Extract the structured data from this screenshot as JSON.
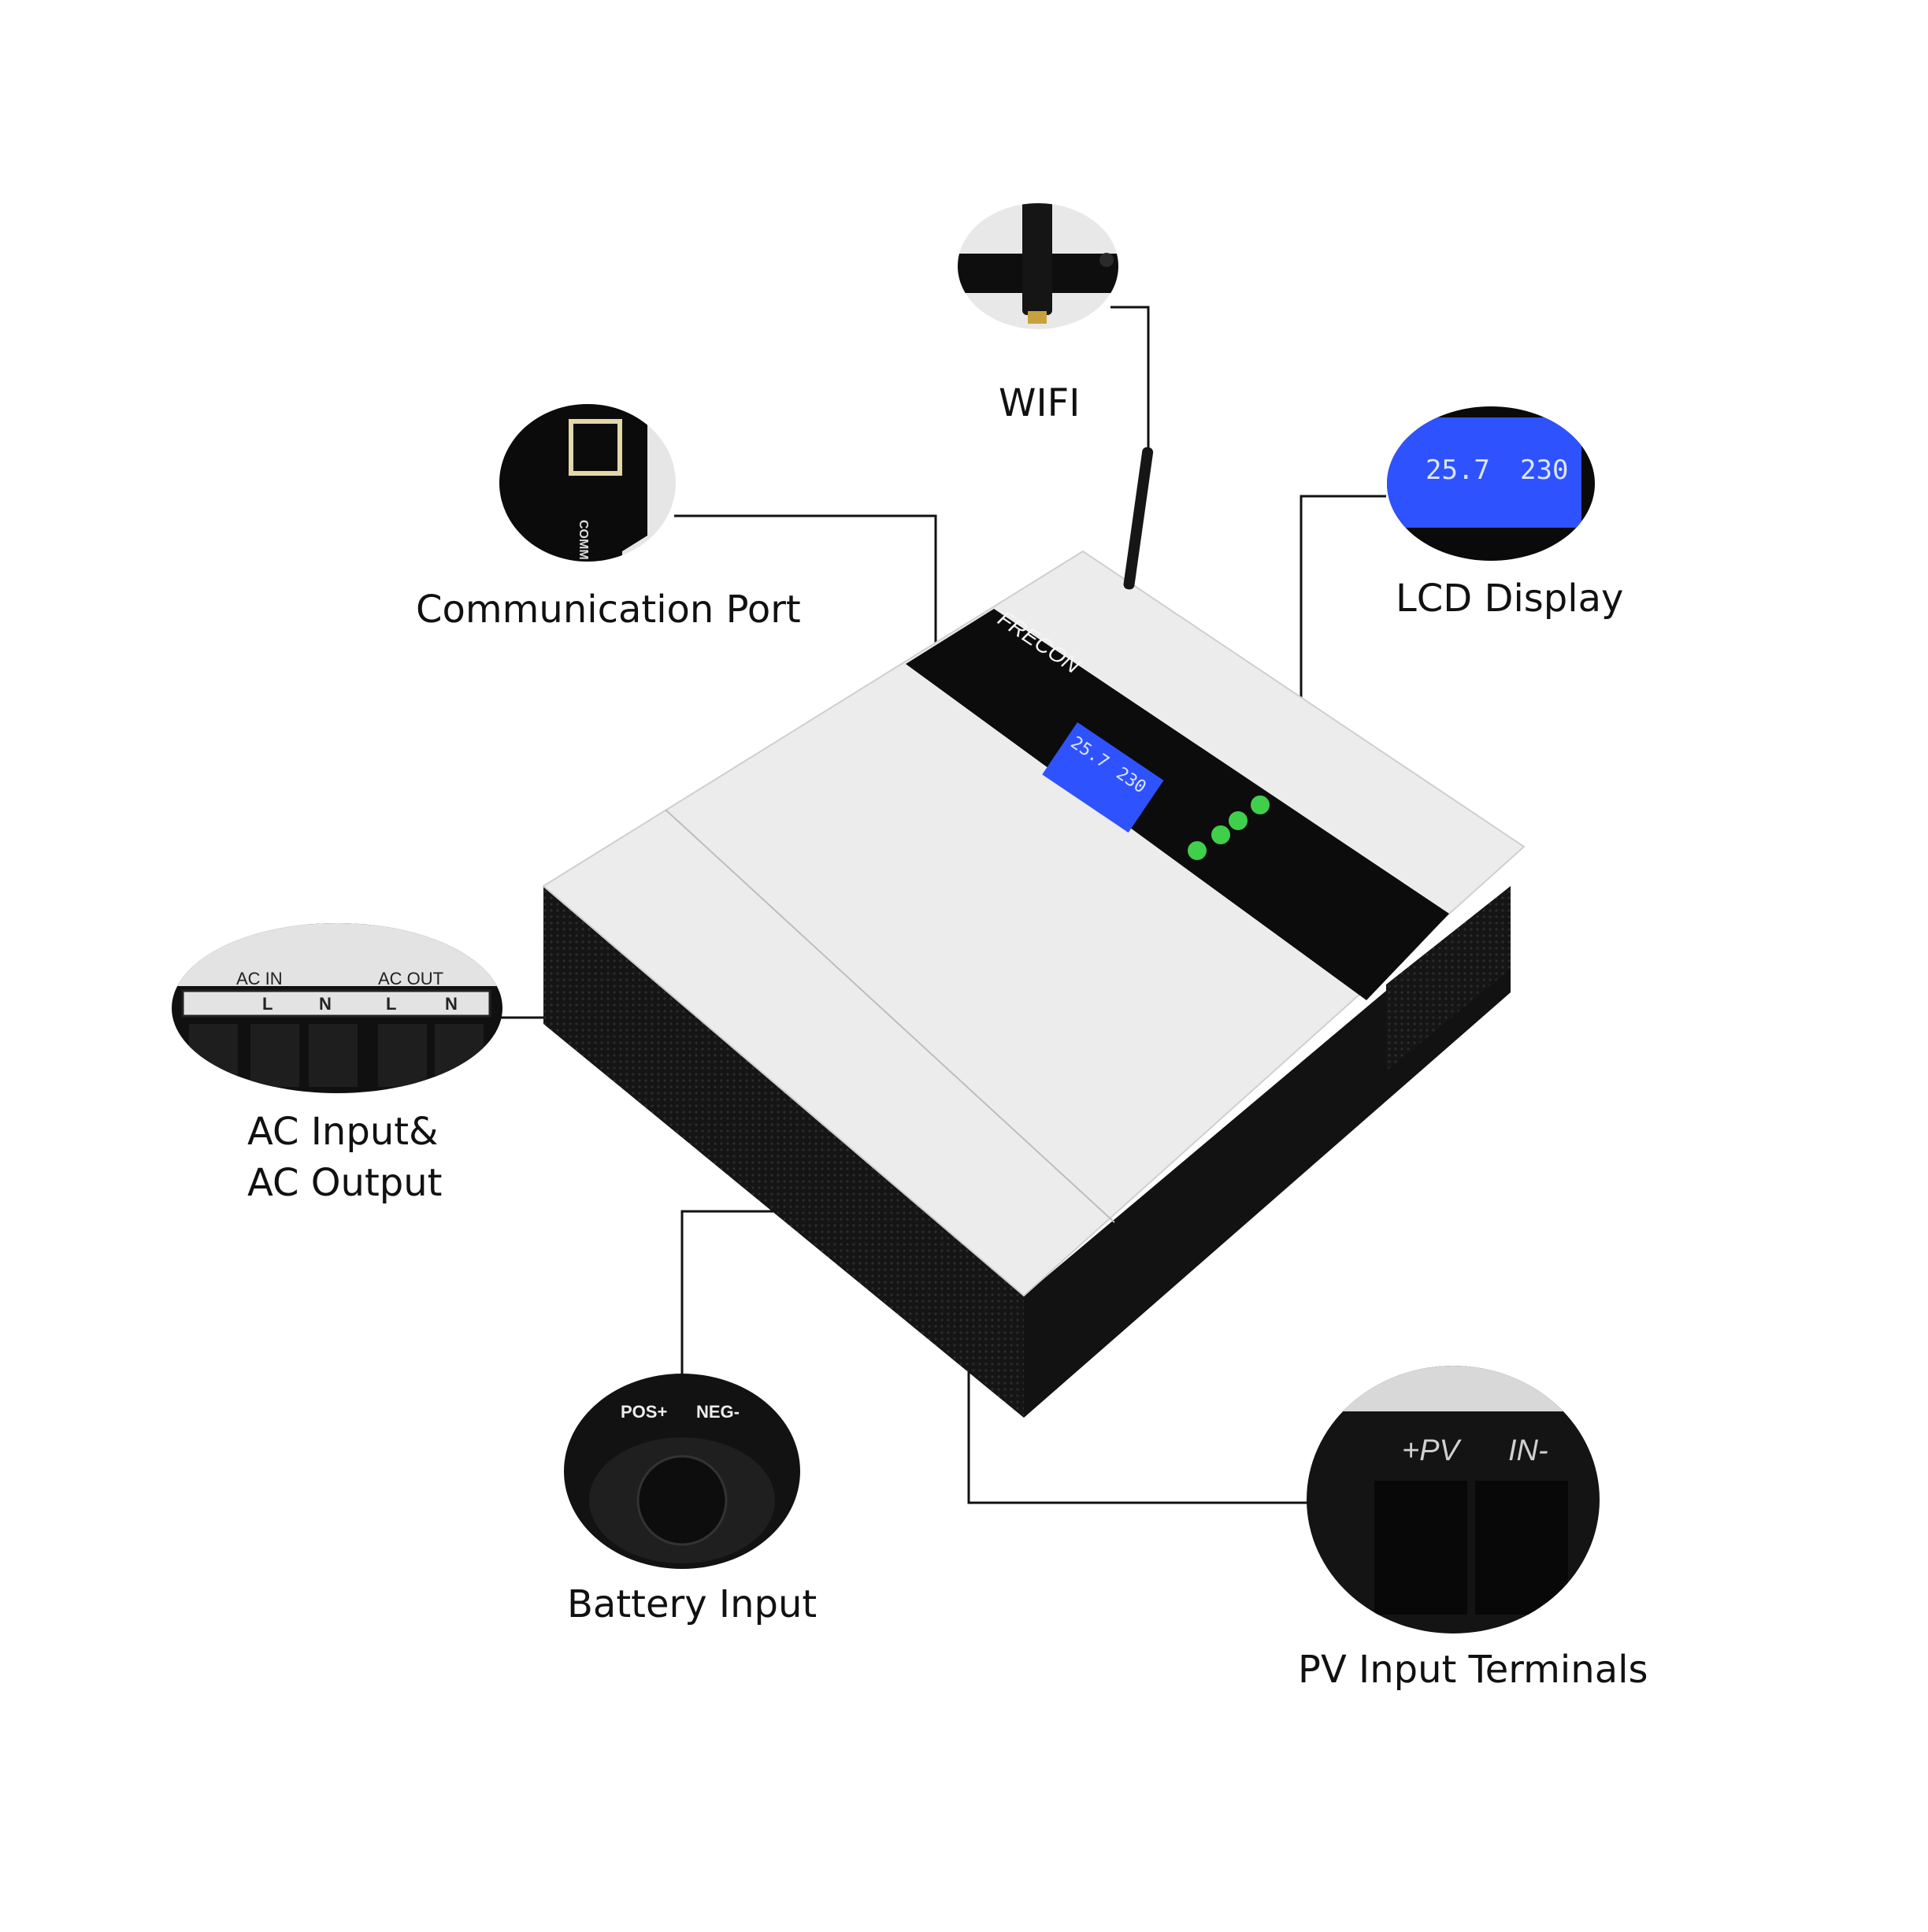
{
  "brand": "FRECON",
  "callouts": {
    "wifi": "WIFI",
    "comm_port": "Communication Port",
    "lcd_display": "LCD Display",
    "ac": {
      "line1": "AC Input&",
      "line2": "AC Output"
    },
    "battery": "Battery Input",
    "pv": "PV Input Terminals"
  },
  "comm_port_text": "COMM PO",
  "ac_terminal": {
    "in_label": "AC IN",
    "out_label": "AC OUT",
    "pins": [
      "L",
      "N",
      "L",
      "N"
    ]
  },
  "battery_terminal": {
    "pos": "POS+",
    "neg": "NEG-"
  },
  "pv_terminal": {
    "pos": "+PV",
    "neg": "IN-"
  },
  "lcd": {
    "left_value": "25.7",
    "right_value": "230"
  },
  "colors": {
    "lcd_blue": "#2f52ff",
    "button_green": "#3fcf4a",
    "panel_black": "#0c0c0c",
    "body_white": "#ececec"
  }
}
